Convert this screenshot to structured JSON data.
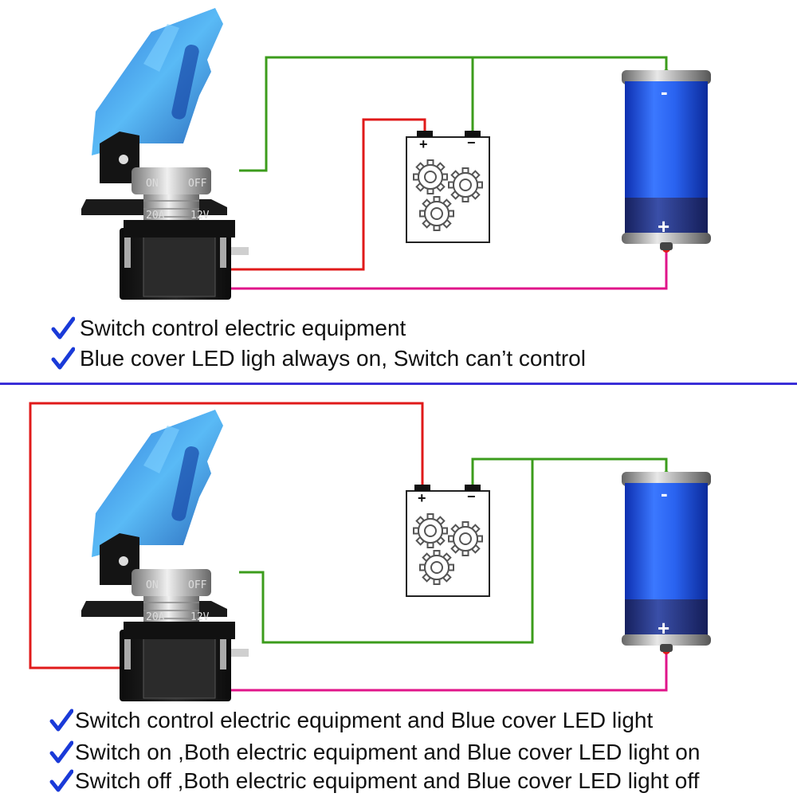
{
  "top": {
    "switch": {
      "label_on": "ON",
      "label_off": "OFF",
      "rating_a": "20A",
      "rating_v": "12V"
    },
    "load": {
      "plus": "+",
      "minus": "−"
    },
    "battery": {
      "plus": "+",
      "minus": "-"
    },
    "notes": [
      "Switch control electric equipment",
      "Blue cover LED ligh always on, Switch can’t control"
    ]
  },
  "bottom": {
    "switch": {
      "label_on": "ON",
      "label_off": "OFF",
      "rating_a": "20A",
      "rating_v": "12V"
    },
    "load": {
      "plus": "+",
      "minus": "−"
    },
    "battery": {
      "plus": "+",
      "minus": "-"
    },
    "notes": [
      "Switch control electric equipment and Blue cover LED light",
      "Switch on ,Both electric equipment and Blue cover LED light on",
      "Switch off ,Both electric equipment and Blue cover LED light off"
    ]
  },
  "colors": {
    "wire_red": "#e01a1a",
    "wire_green": "#3c9c1c",
    "wire_pink": "#e0158a",
    "cover_blue": "#2d8fe0",
    "battery_blue": "#1f5fe8",
    "divider": "#3a2fd8",
    "check_blue": "#1a3ad8"
  }
}
